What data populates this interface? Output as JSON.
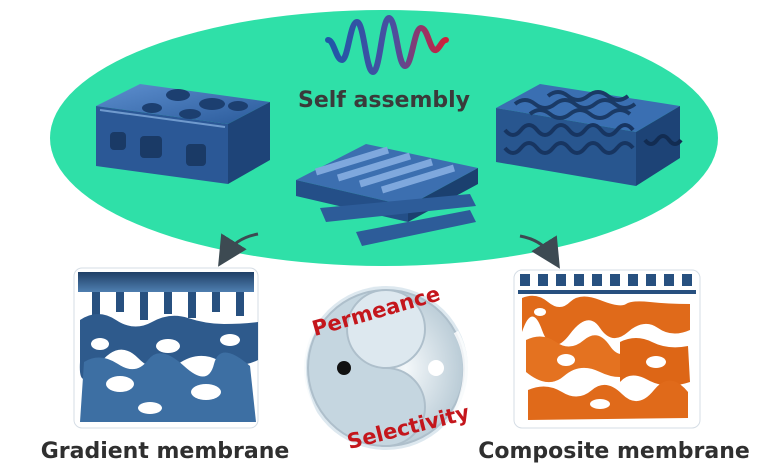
{
  "title": "Self assembly",
  "labels": {
    "gradient": "Gradient membrane",
    "composite": "Composite membrane",
    "permeance": "Permeance",
    "selectivity": "Selectivity"
  },
  "colors": {
    "ellipse": "#2fe0a8",
    "structure_blue": "#2e5f9a",
    "composite_orange": "#e06a1a",
    "label_red": "#c4161c"
  }
}
